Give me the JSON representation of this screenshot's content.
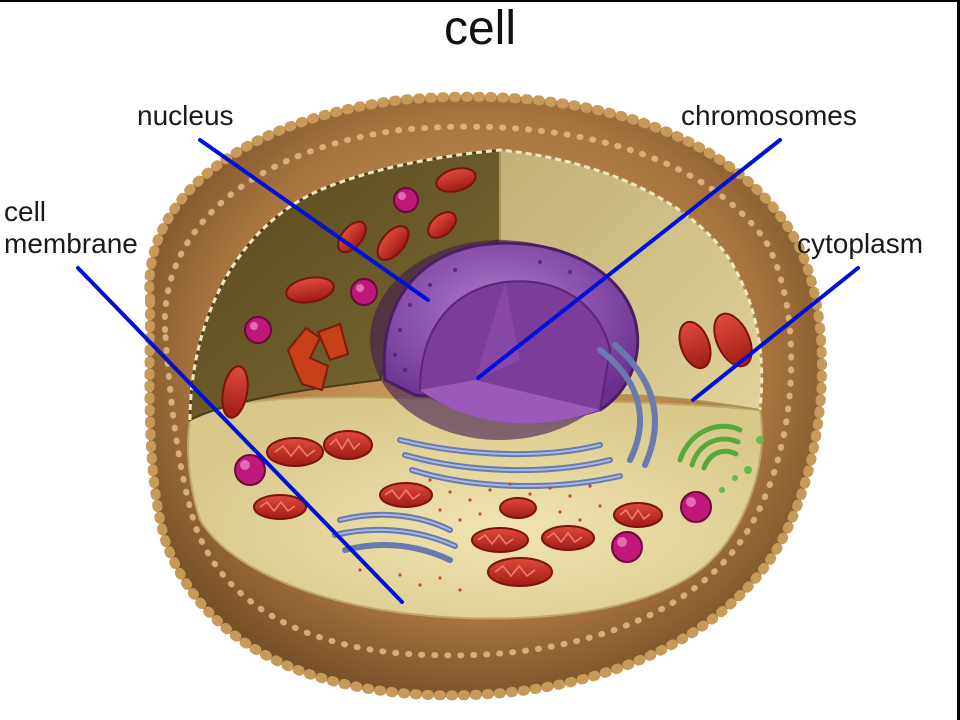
{
  "title": "cell",
  "labels": {
    "nucleus": "nucleus",
    "chromosomes": "chromosomes",
    "cell_membrane_line1": "cell",
    "cell_membrane_line2": "membrane",
    "cytoplasm": "cytoplasm"
  },
  "colors": {
    "leader_line": "#0010d8",
    "membrane": "#9a7040",
    "cytoplasm": "#e6d8a0",
    "nucleus": "#8a4aa8",
    "mitochondria": "#c0281e",
    "vesicle": "#c0187a"
  }
}
